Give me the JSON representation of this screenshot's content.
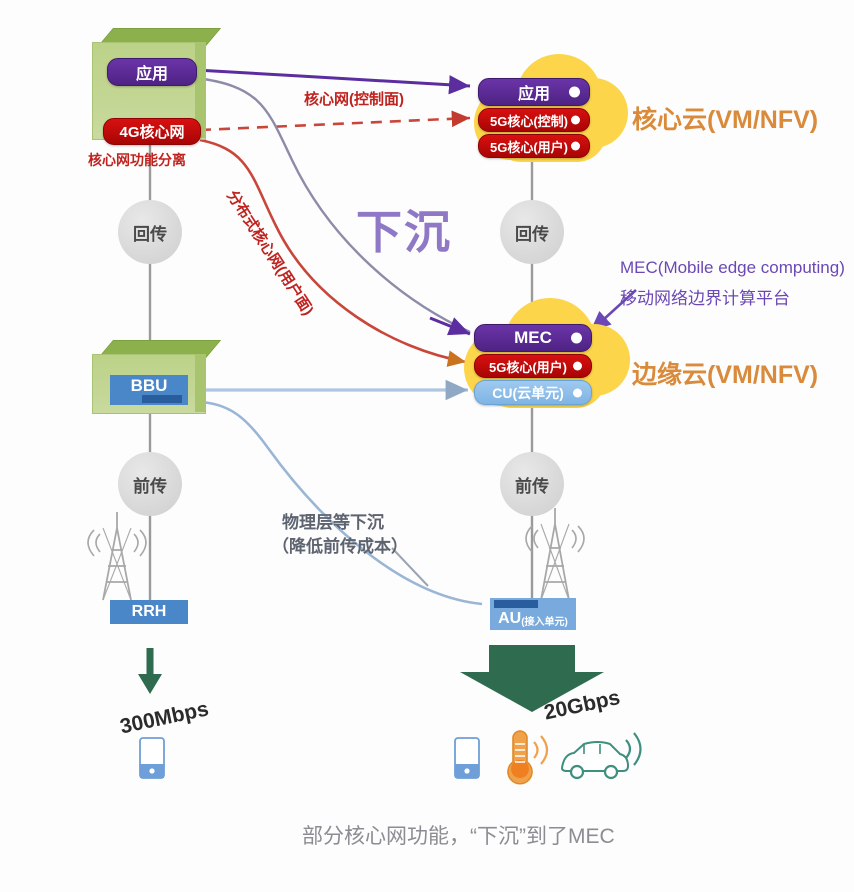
{
  "caption": "部分核心网功能，“下沉”到了MEC",
  "center_label": "下沉",
  "left_column": {
    "core_rack": {
      "app_label": "应用",
      "core4g_label": "4G核心网",
      "note": "核心网功能分离"
    },
    "backhaul_label": "回传",
    "bbu_rack": {
      "bbu_label": "BBU"
    },
    "fronthaul_label": "前传",
    "rrh_label": "RRH",
    "throughput": "300Mbps"
  },
  "right_column": {
    "core_cloud": {
      "title": "核心云(VM/NFV)",
      "items": [
        {
          "label": "应用",
          "style": "purple"
        },
        {
          "label": "5G核心(控制)",
          "style": "red"
        },
        {
          "label": "5G核心(用户)",
          "style": "red"
        }
      ]
    },
    "backhaul_label": "回传",
    "edge_cloud": {
      "title": "边缘云(VM/NFV)",
      "items": [
        {
          "label": "MEC",
          "style": "purple"
        },
        {
          "label": "5G核心(用户)",
          "style": "red"
        },
        {
          "label": "CU(云单元)",
          "style": "blue"
        }
      ]
    },
    "fronthaul_label": "前传",
    "au_label": "AU",
    "au_sub_label": "(接入单元)",
    "throughput": "20Gbps"
  },
  "annotations": {
    "control_plane": "核心网(控制面)",
    "user_plane": "分布式核心网(用户面)",
    "mec_line1": "MEC(Mobile edge computing)",
    "mec_line2": "移动网络边界计算平台",
    "phy_line1": "物理层等下沉",
    "phy_line2": "（降低前传成本）"
  },
  "colors": {
    "cloud_yellow": "#fcd54a",
    "rack_green": "#c3d694",
    "purple_pill": "#4e2384",
    "red_pill": "#c00c0c",
    "blue_pill": "#7fb4e4",
    "arrow_green": "#2e6b4f",
    "accent_purple": "#6b48b5",
    "accent_orange": "#d98a3a"
  }
}
